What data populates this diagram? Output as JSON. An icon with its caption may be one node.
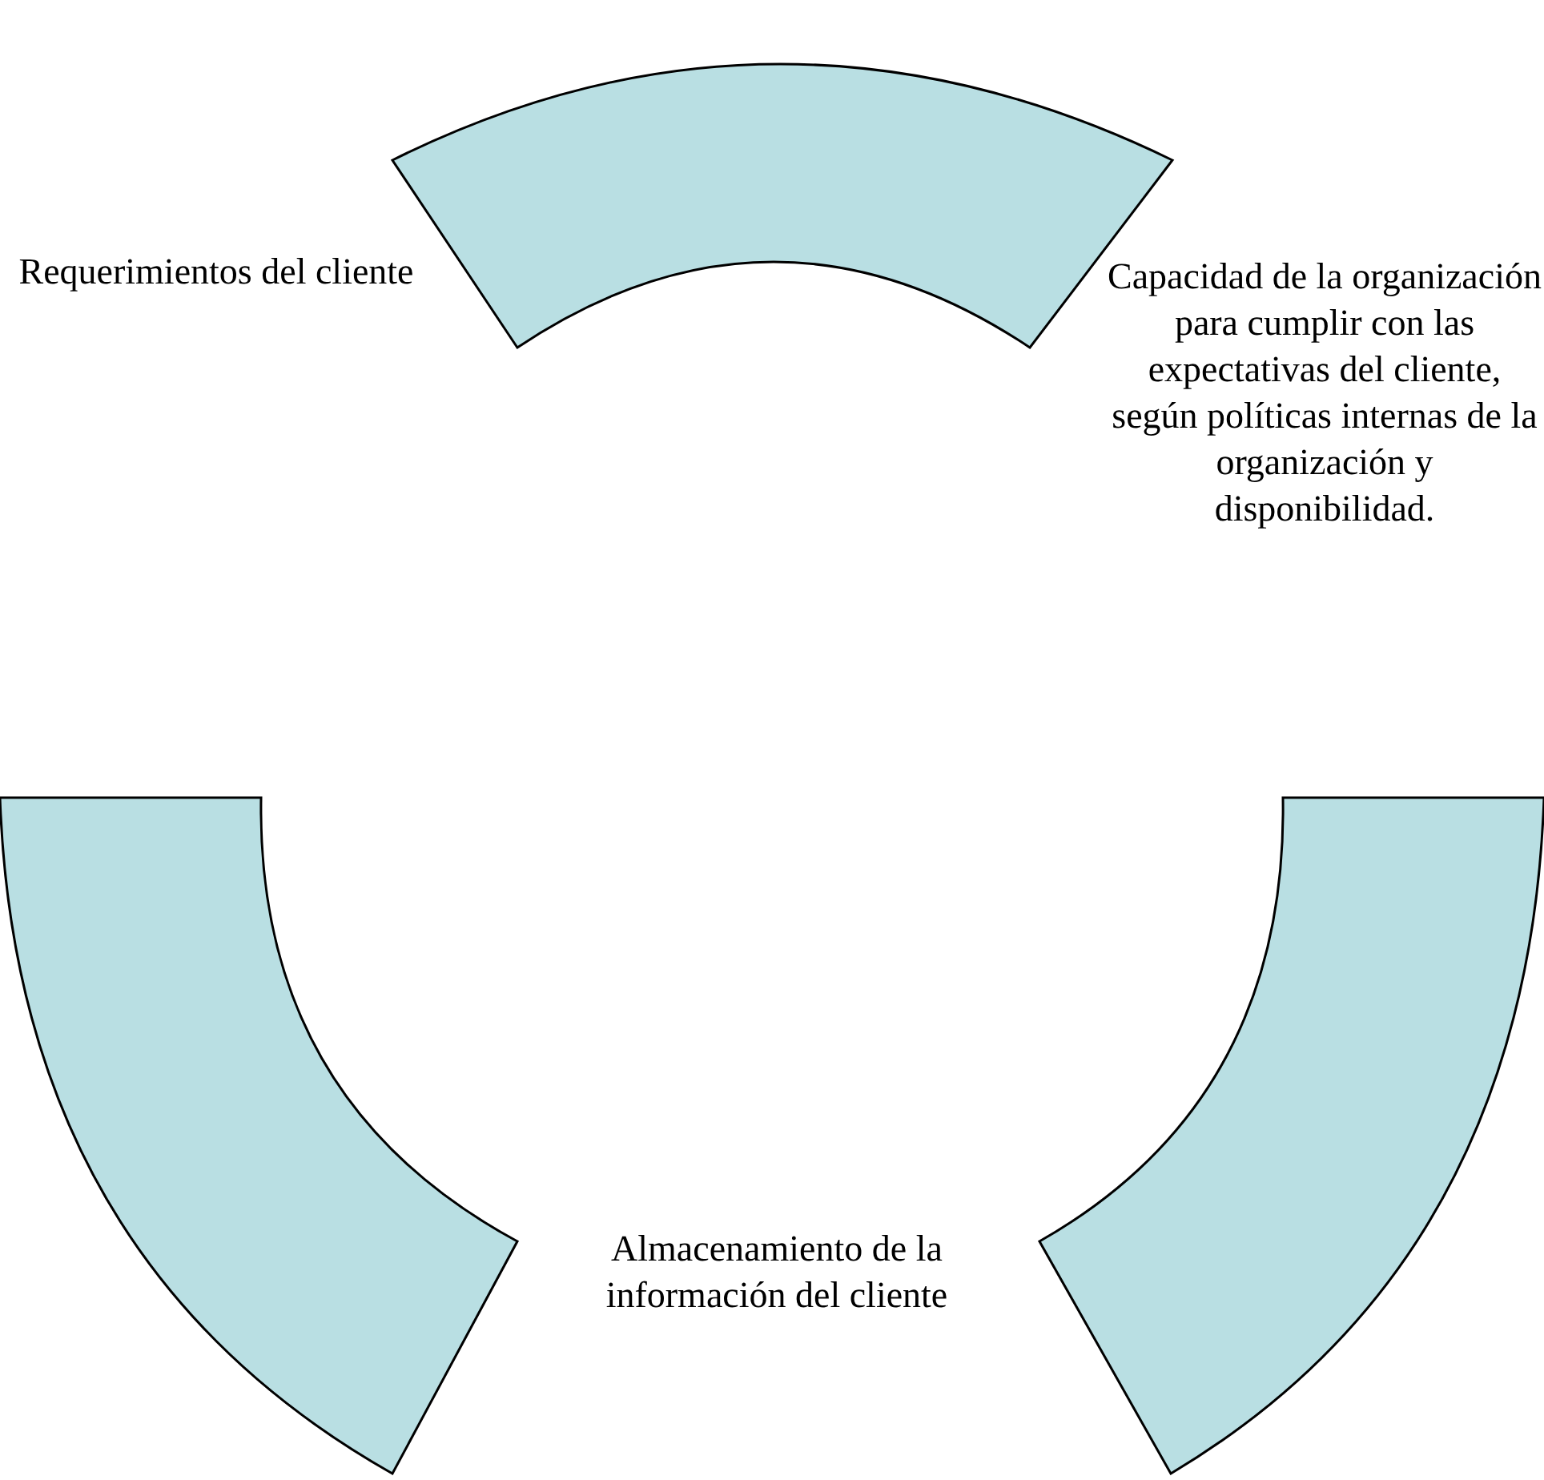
{
  "diagram": {
    "nodes": [
      {
        "text": [],
        "shape": "band"
      },
      {
        "text": [
          "Requerimientos del cliente"
        ]
      },
      {
        "text": [
          "Capacidad de la organización para cumplir con las expectativas del cliente, según políticas internas de la organización y disponibilidad."
        ]
      },
      {
        "text": [],
        "shape": "band"
      },
      {
        "text": [],
        "shape": "band"
      },
      {
        "text": [
          "Almacenamiento de la información del cliente"
        ]
      }
    ]
  }
}
